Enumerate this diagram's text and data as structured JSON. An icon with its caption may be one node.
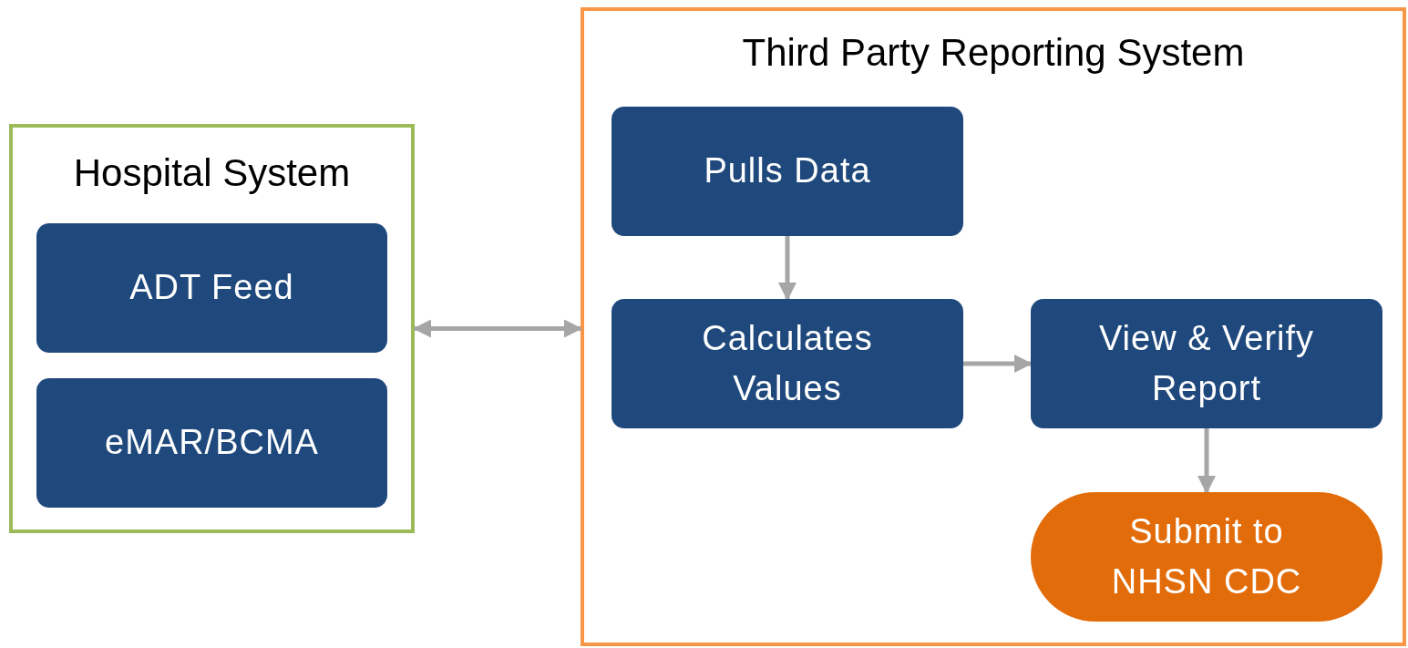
{
  "diagram": {
    "nodes": [
      {
        "text": [
          "Hospital System"
        ]
      },
      {
        "text": [
          "ADT Feed"
        ],
        "in": 0
      },
      {
        "text": [
          "eMAR/BCMA"
        ],
        "in": 0
      },
      {
        "text": [
          "Third Party Reporting System"
        ]
      },
      {
        "text": [
          "Pulls Data"
        ],
        "in": 3
      },
      {
        "text": [
          "Calculates Values"
        ],
        "in": 3
      },
      {
        "text": [
          "View & Verify Report"
        ],
        "in": 3
      },
      {
        "text": [
          "Submit to NHSN CDC"
        ],
        "in": 3
      }
    ],
    "edges": [
      {
        "from": 0,
        "to": 3,
        "arrow": "both"
      },
      {
        "from": 4,
        "to": 5,
        "arrow": "to"
      },
      {
        "from": 5,
        "to": 6,
        "arrow": "to"
      },
      {
        "from": 6,
        "to": 7,
        "arrow": "to"
      }
    ]
  }
}
